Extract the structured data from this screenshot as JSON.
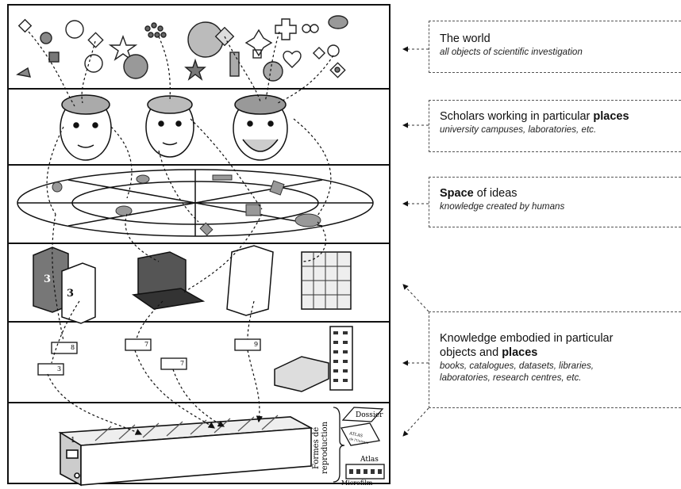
{
  "labels": {
    "world": {
      "title": "The world",
      "subtitle": "all objects of scientific investigation"
    },
    "scholars": {
      "title_pre": "Scholars working in particular ",
      "title_bold": "places",
      "subtitle": "university campuses, laboratories, etc."
    },
    "ideas": {
      "title_bold": "Space",
      "title_post": " of ideas",
      "subtitle": "knowledge created by humans"
    },
    "knowledge": {
      "title_line1": "Knowledge embodied in particular",
      "title_line2_pre": "objects and ",
      "title_line2_bold": "places",
      "subtitle_line1": "books, catalogues, datasets, libraries,",
      "subtitle_line2": "laboratories, research centres, etc."
    }
  },
  "illustration": {
    "book_spine_labels": [
      "3",
      "3"
    ],
    "card_numbers": [
      "8",
      "3",
      "7",
      "7",
      "9"
    ],
    "drawer_number": "1",
    "side_text_line1": "Formes de",
    "side_text_line2": "reproduction",
    "dossier_label": "Dossier",
    "atlas_cover_line1": "ATLAS",
    "atlas_cover_line2": "de l'Univers",
    "atlas_label": "Atlas",
    "microfilm_label": "Microfilm"
  }
}
